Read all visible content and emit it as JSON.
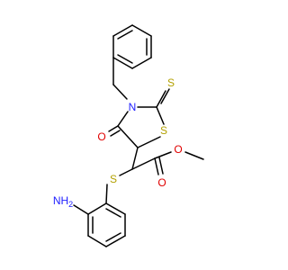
{
  "molecule": {
    "colors": {
      "bond": "#000000",
      "sulfur": "#b2a000",
      "oxygen": "#e00000",
      "nitrogen": "#2020ff",
      "background": "#ffffff"
    },
    "atom_labels": {
      "n_ring": "N",
      "s_ring": "S",
      "s_thione": "S",
      "o_ketone": "O",
      "s_thioether": "S",
      "o_carbonyl": "O",
      "o_ester": "O",
      "amine": "NH"
    },
    "amine_subscript": "2"
  }
}
